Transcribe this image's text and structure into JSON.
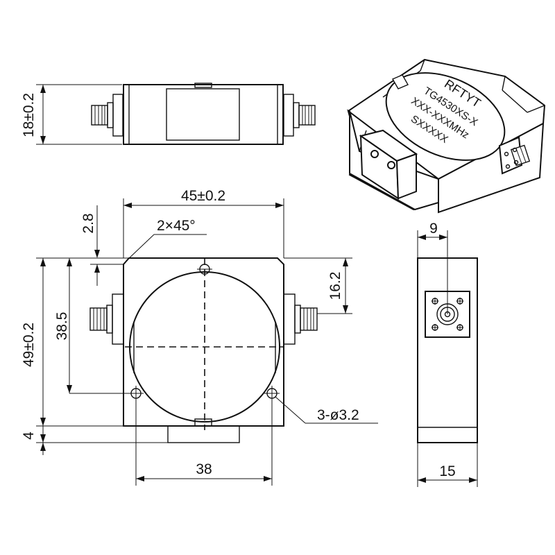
{
  "dimensions": {
    "side_height": "18±0.2",
    "width": "45±0.2",
    "chamfer_offset": "2.8",
    "chamfer": "2×45°",
    "inner_height": "38.5",
    "total_height": "49±0.2",
    "port_offset": "16.2",
    "base_thickness": "4",
    "hole_spacing": "38",
    "holes": "3-ø3.2",
    "connector_width": "9",
    "end_depth": "15"
  },
  "product_label": {
    "brand": "RFTYT",
    "model": "TG4530XS-X",
    "frequency": "XXX-XXXMHz",
    "serial": "SXXXXX"
  }
}
